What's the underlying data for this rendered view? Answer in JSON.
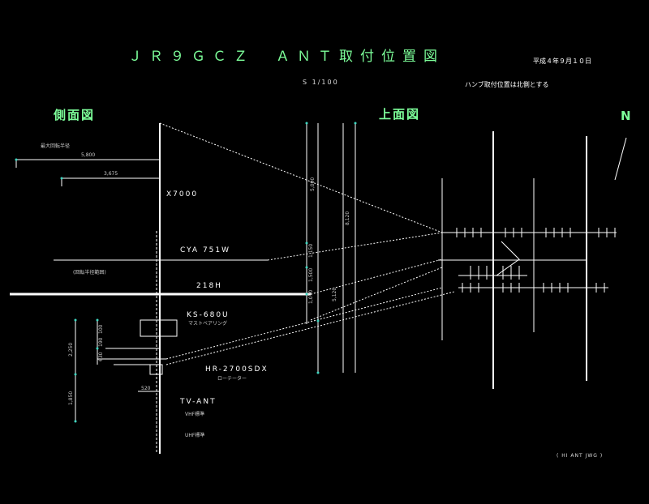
{
  "title": "ＪＲ９ＧＣＺ　ＡＮＴ取付位置図",
  "date": "平成４年９月１０日",
  "scale": "S 1/100",
  "note": "ハンブ取付位置は北側とする",
  "side_view_label": "側面図",
  "top_view_label": "上面図",
  "north_label": "N",
  "radius_label": "最大回転半径",
  "dims": {
    "d5800": "5,800",
    "d3675": "3,675",
    "d5000": "5,000",
    "d8120": "8,120",
    "d1150": "1,150",
    "d1500": "1,500",
    "d1070": "1,070",
    "d5120": "5,120",
    "d2250": "2,250",
    "d1850": "1,850",
    "d100": "100",
    "d190": "190",
    "d630": "630",
    "d520": "520"
  },
  "labels": {
    "x7000": "X7000",
    "cya": "CYA 751W",
    "rotation_range": "(回転半径範囲)",
    "218h": "218H",
    "ks680u": "KS-680U",
    "mast_bearing": "マストベアリング",
    "hr2700": "HR-2700SDX",
    "rotator": "ローテーター",
    "tvant": "TV-ANT",
    "vhf": "VHF標準",
    "uhf": "UHF標準"
  },
  "copyright": "( HI ANT JWG )",
  "colors": {
    "background": "#000000",
    "accent_green": "#7dff9a",
    "line": "#ffffff",
    "dim_dot": "#3fd6c0"
  }
}
